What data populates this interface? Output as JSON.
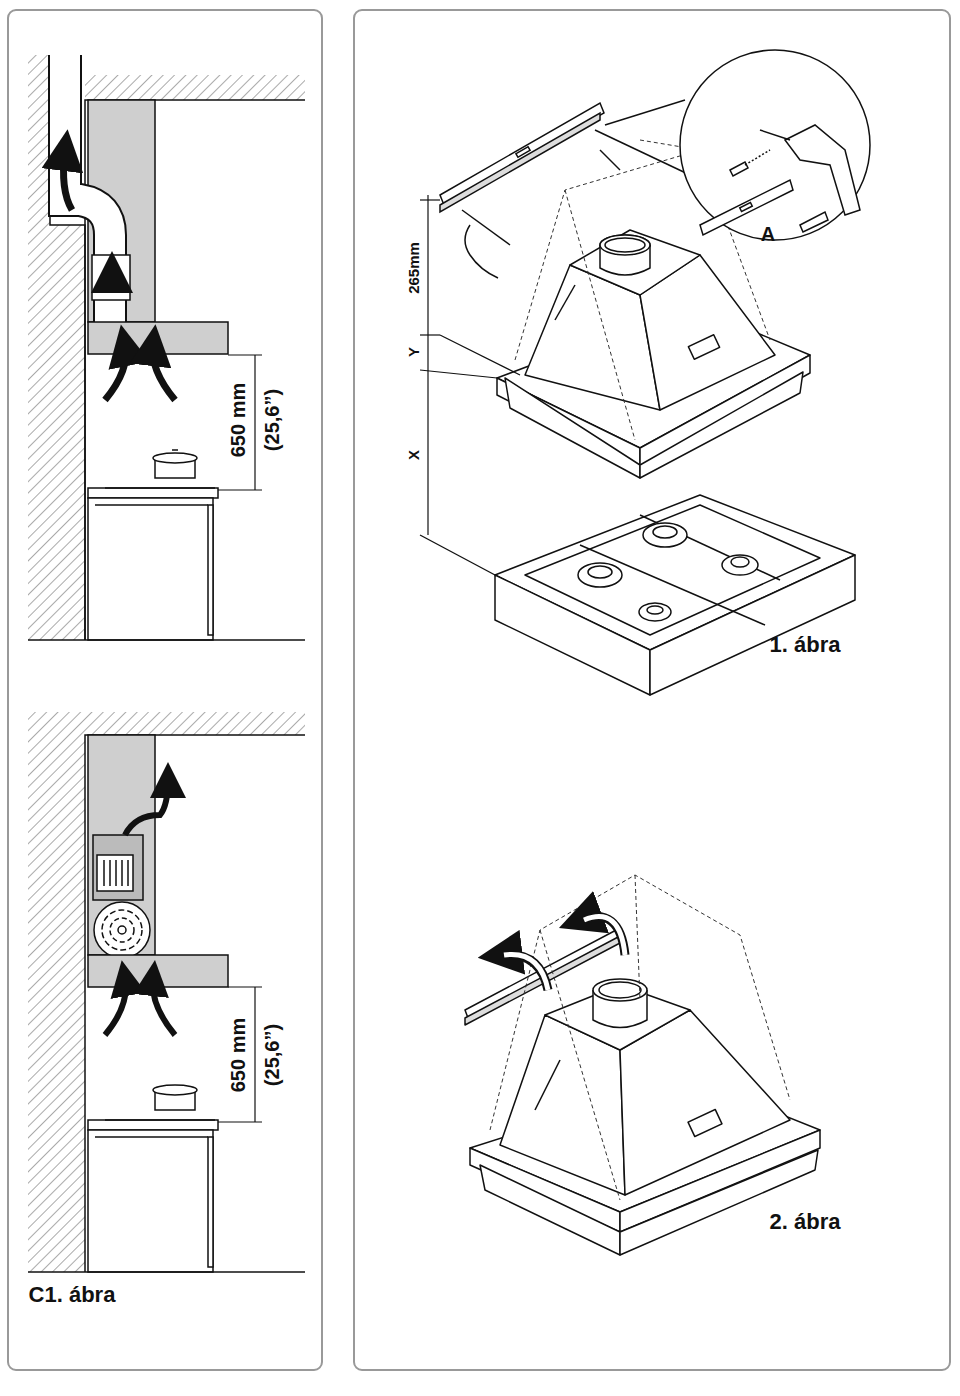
{
  "diagram": {
    "labels": [
      "650 mm",
      "(25,6”)",
      "650 mm",
      "(25,6”)",
      "265mm",
      "Y",
      "X",
      "A",
      "1. ábra",
      "2. ábra",
      "C1. ábra"
    ]
  }
}
